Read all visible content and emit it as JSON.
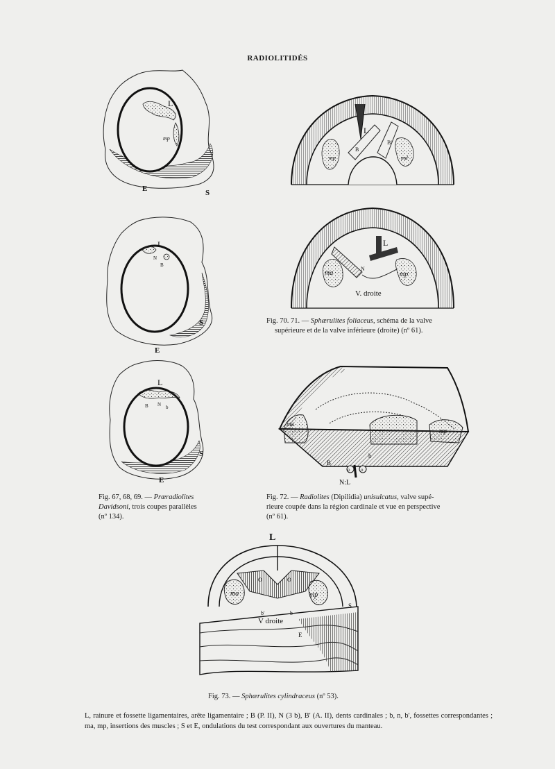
{
  "header": {
    "title": "RADIOLITIDÉS"
  },
  "figures": {
    "fig67": {
      "labels": {
        "L": "L",
        "mp": "mp",
        "S": "S",
        "E": "E"
      }
    },
    "fig68": {
      "labels": {
        "L": "L",
        "N": "N",
        "B": "B",
        "S": "S",
        "E": "E"
      }
    },
    "fig69": {
      "labels": {
        "L": "L",
        "B": "B",
        "N": "N",
        "b": "b",
        "S": "S",
        "E": "E"
      }
    },
    "fig70": {
      "labels": {
        "L": "L",
        "B": "B",
        "B2": "B'",
        "mp": "mp",
        "md": "md"
      }
    },
    "fig71": {
      "labels": {
        "L": "L",
        "N": "N",
        "ma": "ma",
        "mp": "mp",
        "valve": "V. droite"
      }
    },
    "fig72": {
      "labels": {
        "ma": "ma",
        "mp": "mp",
        "B": "B",
        "b": "b",
        "o1": "o",
        "o2": "o",
        "NL": "N:L"
      }
    },
    "fig73": {
      "labels": {
        "L": "L",
        "O1": "O",
        "O2": "O",
        "ma": "ma",
        "mp": "mp",
        "b1": "b'",
        "b2": "b",
        "valve": "V droite",
        "S": "S",
        "E": "E"
      }
    }
  },
  "captions": {
    "fig67_69": {
      "prefix": "Fig. 67, 68, 69. — ",
      "species": "Prœradiolites",
      "species2": "Davidsoni",
      "rest": ", trois coupes parallèles",
      "ref": "(nº 134)."
    },
    "fig70_71": {
      "prefix": "Fig. 70. 71. — ",
      "species": "Sphærulites foliaceus",
      "rest": ", schéma de la valve",
      "line2": "supérieure et de la valve inférieure (droite) (nº 61)."
    },
    "fig72": {
      "prefix": "Fig. 72. — ",
      "species": "Radiolites",
      "sub": " (Dipilidia) ",
      "species2": "unisulcatus",
      "rest": ", valve supé-",
      "line2": "rieure coupée dans la région cardinale et vue en perspective",
      "line3": "(nº 61)."
    },
    "fig73": {
      "prefix": "Fig. 73. — ",
      "species": "Sphærulites cylindraceus",
      "rest": " (nº 53)."
    }
  },
  "legend": {
    "text": "L, rainure et fossette ligamentaires, arête ligamentaire ; B (P. II), N (3 b), B' (A. II), dents cardinales ; b, n, b', fossettes correspondantes ; ma, mp, insertions des muscles ; S et E, ondulations du test correspondant aux ouvertures du manteau."
  },
  "colors": {
    "paper": "#efefed",
    "ink": "#1a1a1a",
    "hatch": "#555555"
  }
}
